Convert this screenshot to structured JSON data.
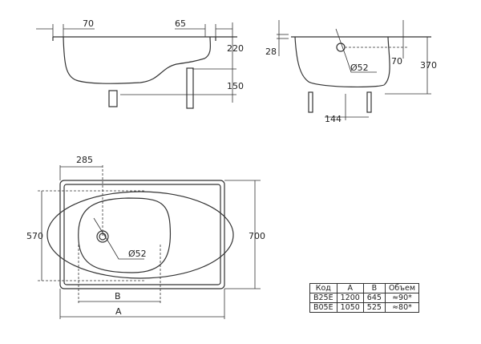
{
  "side_view": {
    "dim_left_flange": "70",
    "dim_right_flange": "65",
    "dim_depth_upper": "220",
    "dim_depth_lower": "150"
  },
  "end_view": {
    "dim_rim": "28",
    "dim_overflow_offset": "70",
    "dim_overflow_diameter": "Ø52",
    "dim_height": "370",
    "dim_legs": "144"
  },
  "top_view": {
    "dim_drain_offset": "285",
    "dim_inner_width": "570",
    "dim_outer_width": "700",
    "dim_drain_diameter": "Ø52",
    "dim_b": "B",
    "dim_a": "A"
  },
  "spec_table": {
    "headers": [
      "Код",
      "A",
      "B",
      "Объем"
    ],
    "rows": [
      [
        "B25E",
        "1200",
        "645",
        "≈90*"
      ],
      [
        "B05E",
        "1050",
        "525",
        "≈80*"
      ]
    ]
  }
}
